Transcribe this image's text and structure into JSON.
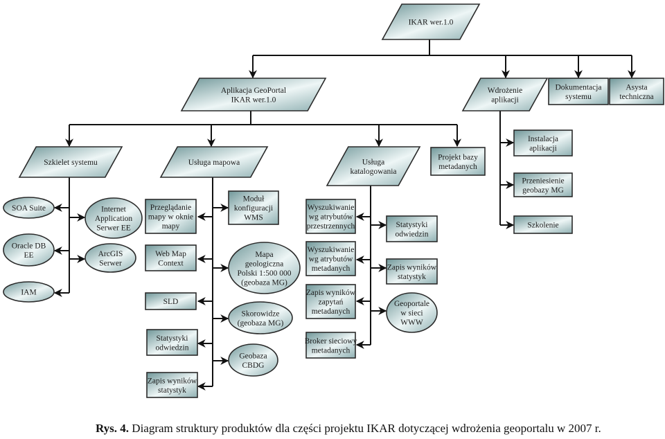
{
  "colors": {
    "fill_dark": "#6f9698",
    "fill_light": "#eef6f6",
    "stroke": "#2a2a2a",
    "line": "#111111"
  },
  "nodes": {
    "ikar": [
      "IKAR wer.1.0"
    ],
    "geoportal": [
      "Aplikacja GeoPortal",
      "IKAR wer.1.0"
    ],
    "wdrozenie": [
      "Wdrożenie",
      "aplikacji"
    ],
    "dokumentacja": [
      "Dokumentacja",
      "systemu"
    ],
    "asysta": [
      "Asysta",
      "techniczna"
    ],
    "szkielet": [
      "Szkielet systemu"
    ],
    "mapowa": [
      "Usługa mapowa"
    ],
    "katalogowania": [
      "Usługa",
      "katalogowania"
    ],
    "projekt": [
      "Projekt bazy",
      "metadanych"
    ],
    "instalacja": [
      "Instalacja",
      "aplikacji"
    ],
    "przeniesienie": [
      "Przeniesienie",
      "geobazy MG"
    ],
    "szkolenie": [
      "Szkolenie"
    ],
    "soa": [
      "SOA Suite"
    ],
    "oracle": [
      "Oracle DB",
      "EE"
    ],
    "iam": [
      "IAM"
    ],
    "ias": [
      "Internet",
      "Application",
      "Serwer EE"
    ],
    "arcgis": [
      "ArcGIS",
      "Serwer"
    ],
    "przegladanie": [
      "Przeglądanie",
      "mapy w oknie",
      "mapy"
    ],
    "wmc": [
      "Web Map",
      "Context"
    ],
    "sld": [
      "SLD"
    ],
    "stat_map": [
      "Statystyki",
      "odwiedzin"
    ],
    "zapis_map": [
      "Zapis wyników",
      "statystyk"
    ],
    "modul": [
      "Moduł",
      "konfiguracji",
      "WMS"
    ],
    "mapa": [
      "Mapa",
      "geologiczna",
      "Polski 1:500 000",
      "(geobaza MG)"
    ],
    "skorowidze": [
      "Skorowidze",
      "(geobaza MG)"
    ],
    "geobaza": [
      "Geobaza",
      "CBDG"
    ],
    "wysz_przestrz": [
      "Wyszukiwanie",
      "wg atrybutów",
      "przestrzennych"
    ],
    "wysz_meta": [
      "Wyszukiwanie",
      "wg atrybutów",
      "metadanych"
    ],
    "zapis_zapytan": [
      "Zapis wyników",
      "zapytań",
      "metadanych"
    ],
    "broker": [
      "Broker sieciowy",
      "metadanych"
    ],
    "stat_kat": [
      "Statystyki",
      "odwiedzin"
    ],
    "zapis_kat": [
      "Zapis wyników",
      "statystyk"
    ],
    "geoportale": [
      "Geoportale",
      "w sieci",
      "WWW"
    ]
  },
  "caption": {
    "label": "Rys. 4.",
    "text": "Diagram struktury produktów dla części projektu IKAR dotyczącej wdrożenia geoportalu w 2007 r."
  }
}
